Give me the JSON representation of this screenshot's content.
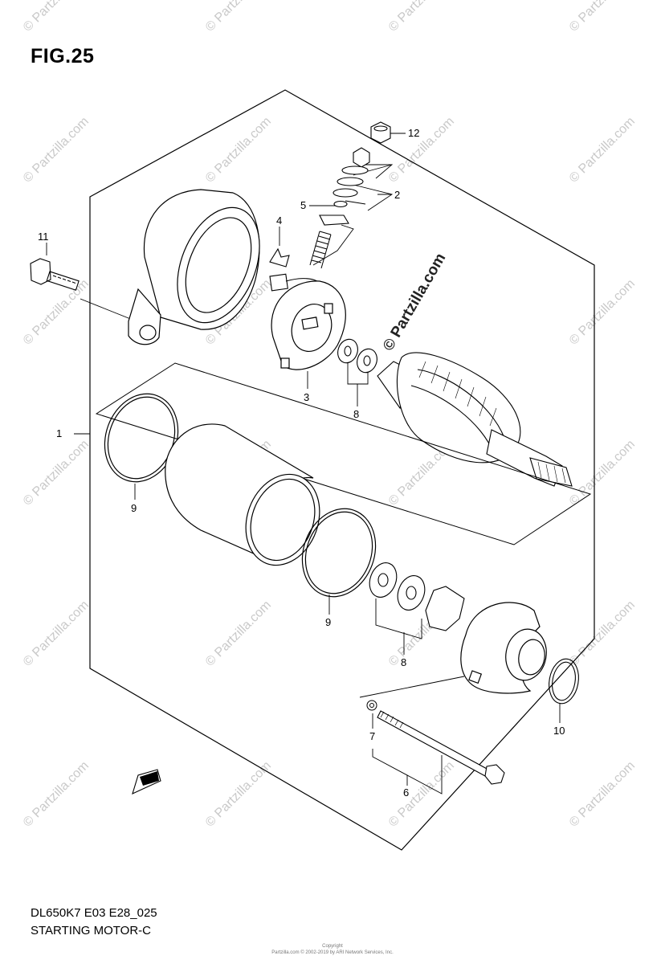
{
  "figure": {
    "title": "FIG.25"
  },
  "footer": {
    "code": "DL650K7 E03 E28_025",
    "name": "STARTING MOTOR-C"
  },
  "watermark": {
    "text": "© Partzilla.com",
    "color": "#c9c9c9"
  },
  "vertical_mark": {
    "text": "© Partzilla.com"
  },
  "copyright": {
    "line1": "Copyright",
    "line2": "Partzilla.com © 2002-2019 by ARI Network Services, Inc."
  },
  "callouts": {
    "c1": "1",
    "c2": "2",
    "c3": "3",
    "c4": "4",
    "c5": "5",
    "c6": "6",
    "c7": "7",
    "c8a": "8",
    "c8b": "8",
    "c9a": "9",
    "c9b": "9",
    "c10": "10",
    "c11": "11",
    "c12": "12"
  },
  "icons": {
    "fwd": "fwd-arrow-icon"
  }
}
